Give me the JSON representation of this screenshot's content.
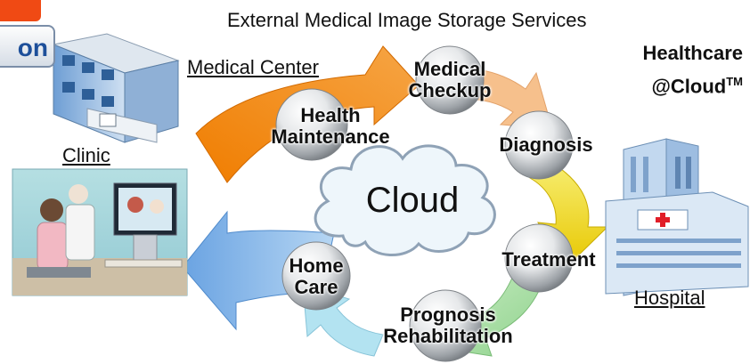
{
  "header": {
    "title": "External Medical Image Storage Services",
    "brand_line1": "Healthcare",
    "brand_line2": "@Cloud",
    "brand_tm": "TM",
    "badge_text": "on"
  },
  "center": {
    "label": "Cloud"
  },
  "places": {
    "medical_center": "Medical Center",
    "clinic": "Clinic",
    "hospital": "Hospital"
  },
  "stages": {
    "medical_checkup": [
      "Medical",
      "Checkup"
    ],
    "health_maintenance": [
      "Health",
      "Maintenance"
    ],
    "diagnosis": [
      "Diagnosis"
    ],
    "treatment": [
      "Treatment"
    ],
    "home_care": [
      "Home",
      "Care"
    ],
    "prognosis": [
      "Prognosis",
      "Rehabilitation"
    ]
  },
  "colors": {
    "arrow_orange": "#f08a12",
    "arrow_peach": "#f8c08a",
    "arrow_yellow": "#f2d800",
    "arrow_green": "#a7dca0",
    "arrow_cyan": "#a9dff0",
    "arrow_blue": "#7fb1e6",
    "cloud_fill": "#eef6fb",
    "cloud_stroke": "#8fa2b6",
    "badge_red": "#f04a14"
  },
  "icons": {
    "clinic": "clinic-building-icon",
    "hospital": "hospital-building-icon",
    "consultation": "telemedicine-illustration"
  }
}
